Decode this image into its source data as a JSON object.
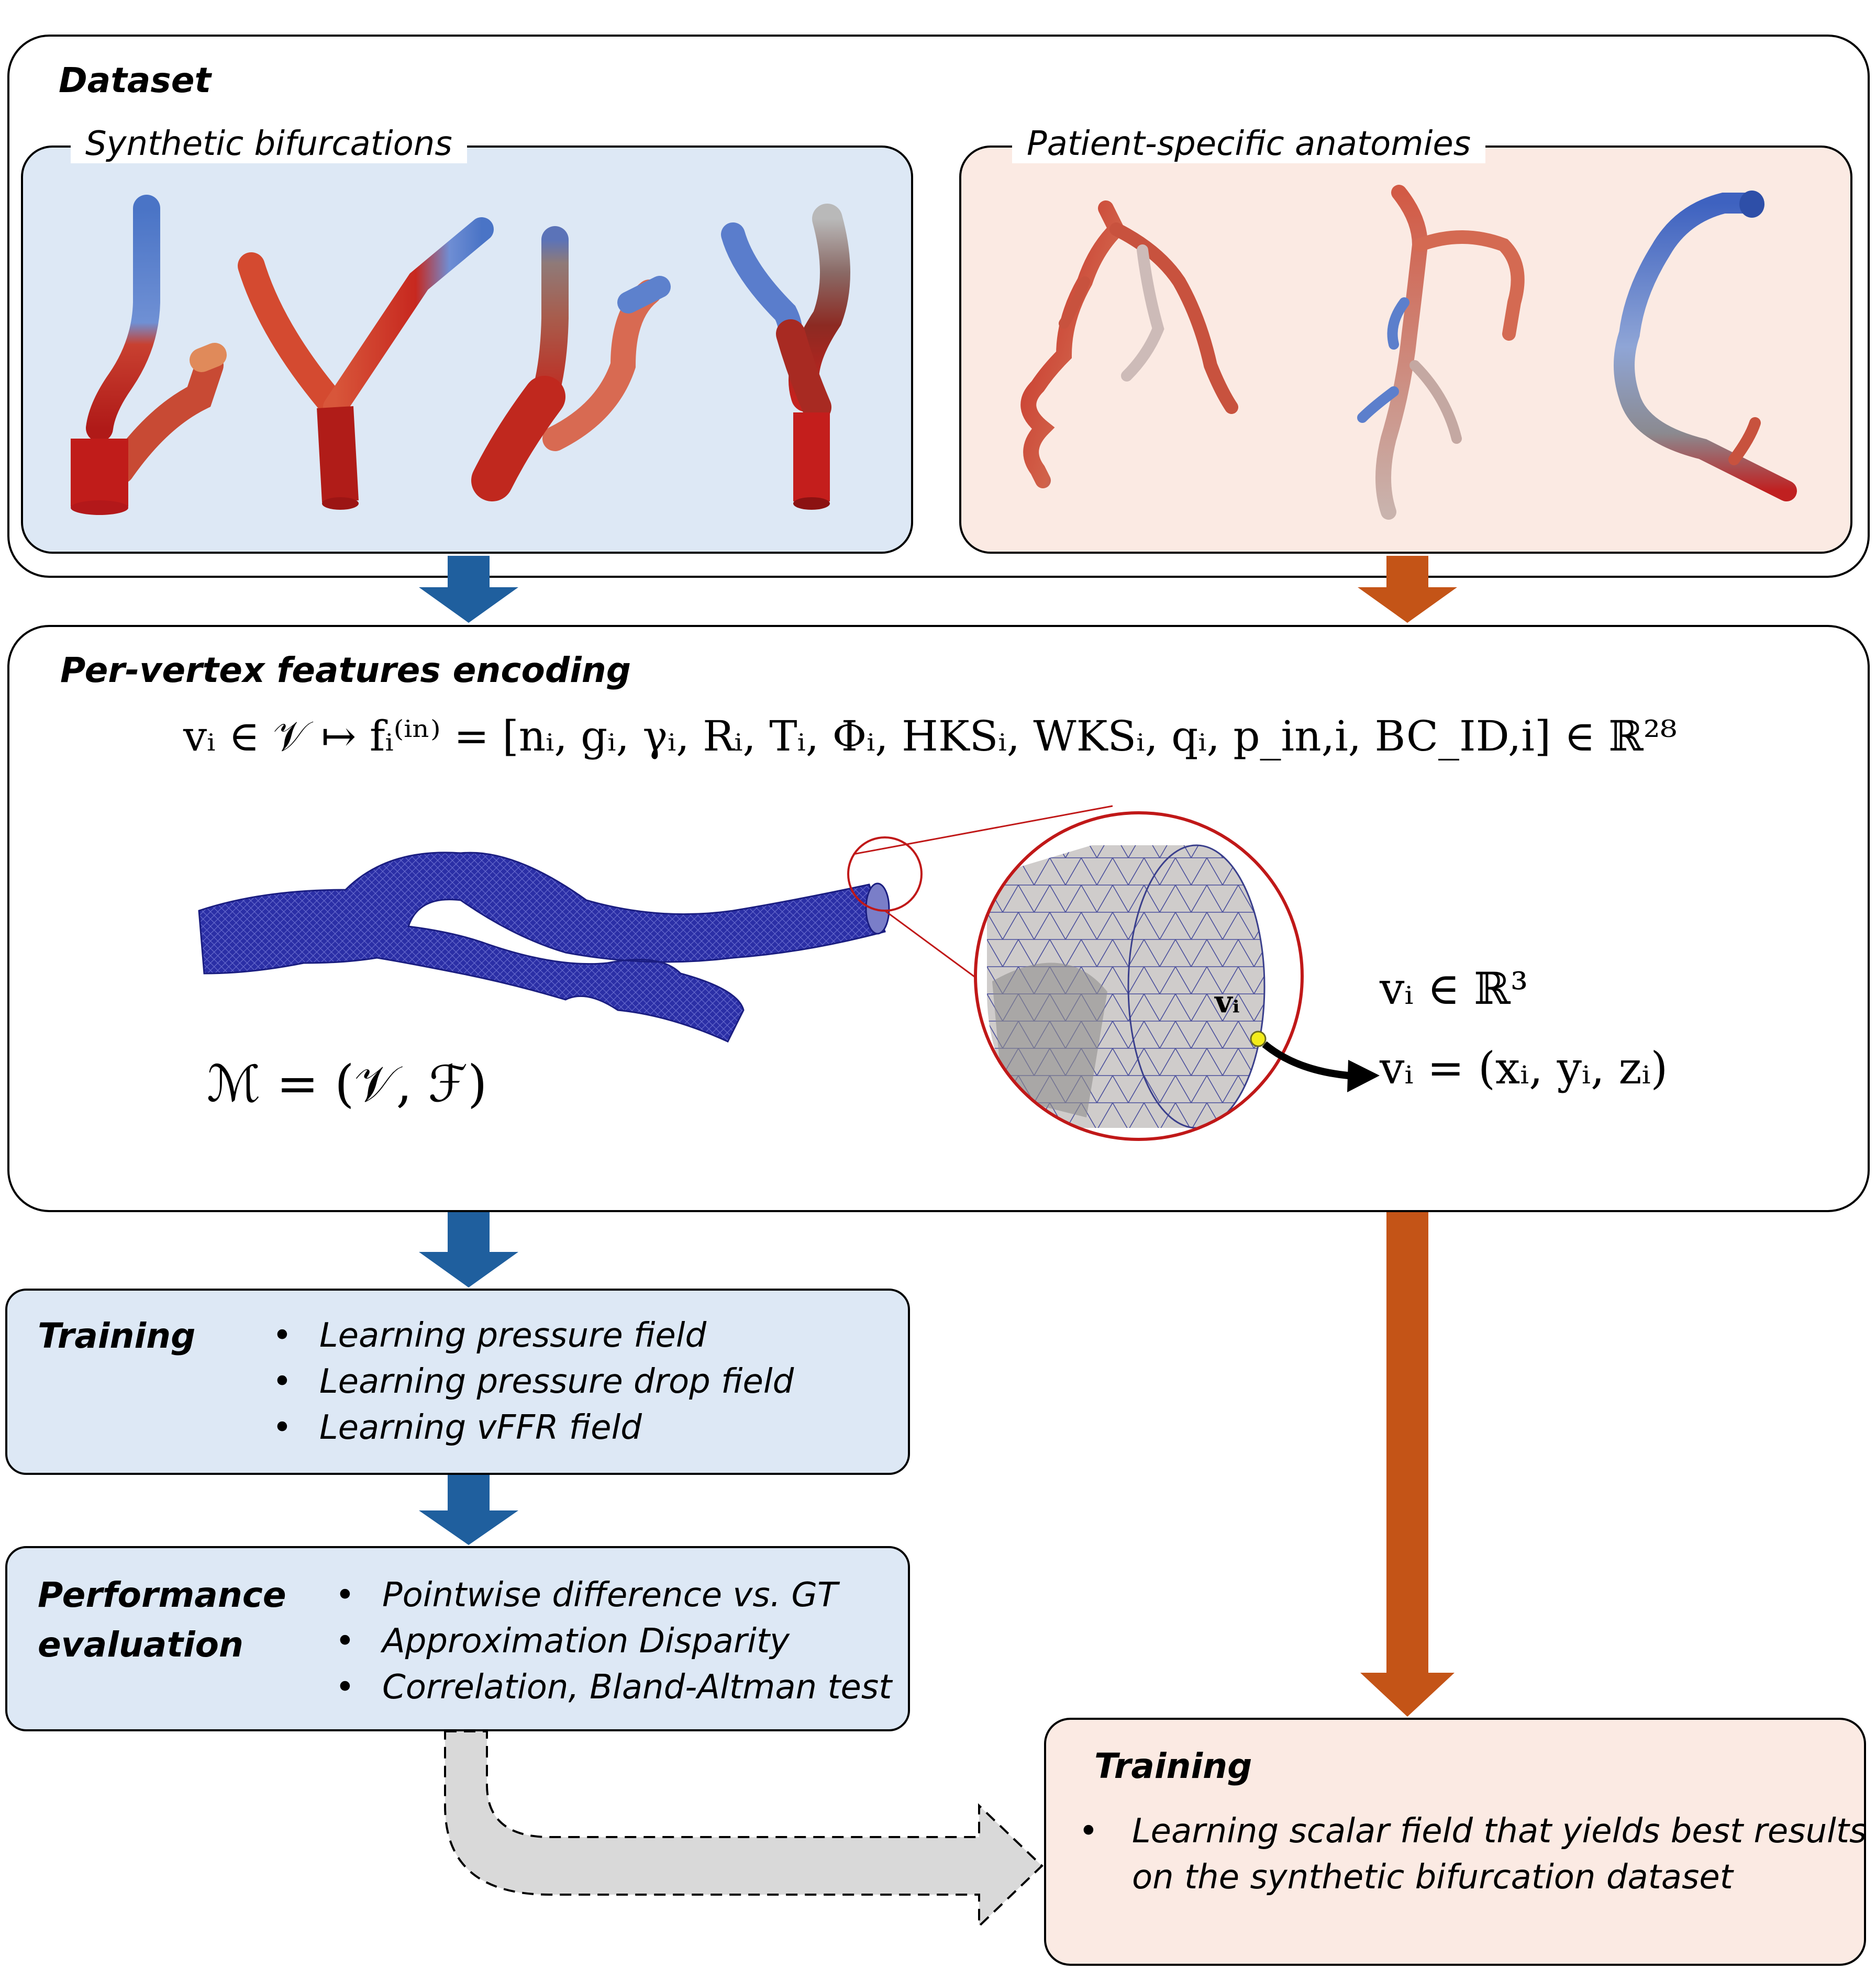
{
  "dataset": {
    "title": "Dataset",
    "synthetic_label": "Synthetic bifurcations",
    "patient_label": "Patient-specific anatomies"
  },
  "encoding": {
    "title": "Per-vertex features encoding",
    "formula_left": "v",
    "formula_text": "vᵢ ∈ 𝒱 ↦ fᵢ⁽ⁱⁿ⁾ = [nᵢ, gᵢ, γᵢ, Rᵢ, Tᵢ, Φᵢ, HKSᵢ, WKSᵢ, qᵢ, p_in,i, BC_ID,i] ∈ ℝ²⁸",
    "mesh_label": "ℳ = (𝒱, ℱ)",
    "vertex_label": "vᵢ",
    "vertex_space": "vᵢ ∈ ℝ³",
    "vertex_coords": "vᵢ = (xᵢ, yᵢ, zᵢ)"
  },
  "training_synthetic": {
    "title": "Training",
    "items": [
      "Learning pressure field",
      "Learning pressure drop field",
      "Learning vFFR field"
    ]
  },
  "evaluation": {
    "title_line1": "Performance",
    "title_line2": "evaluation",
    "items": [
      "Pointwise difference vs. GT",
      "Approximation Disparity",
      "Correlation, Bland-Altman test"
    ]
  },
  "training_patient": {
    "title": "Training",
    "items": [
      "Learning scalar field that yields best results",
      "on the synthetic bifurcation dataset"
    ]
  },
  "colors": {
    "synthetic_panel": "#dde8f5",
    "patient_panel": "#fbeae3",
    "blue_arrow": "#1f5f9e",
    "orange_arrow": "#c45417",
    "mesh_blue": "#2b2fa6",
    "vessel_red": "#c0201c",
    "vessel_blue": "#4a78c8",
    "zoom_circle": "#c01818"
  }
}
